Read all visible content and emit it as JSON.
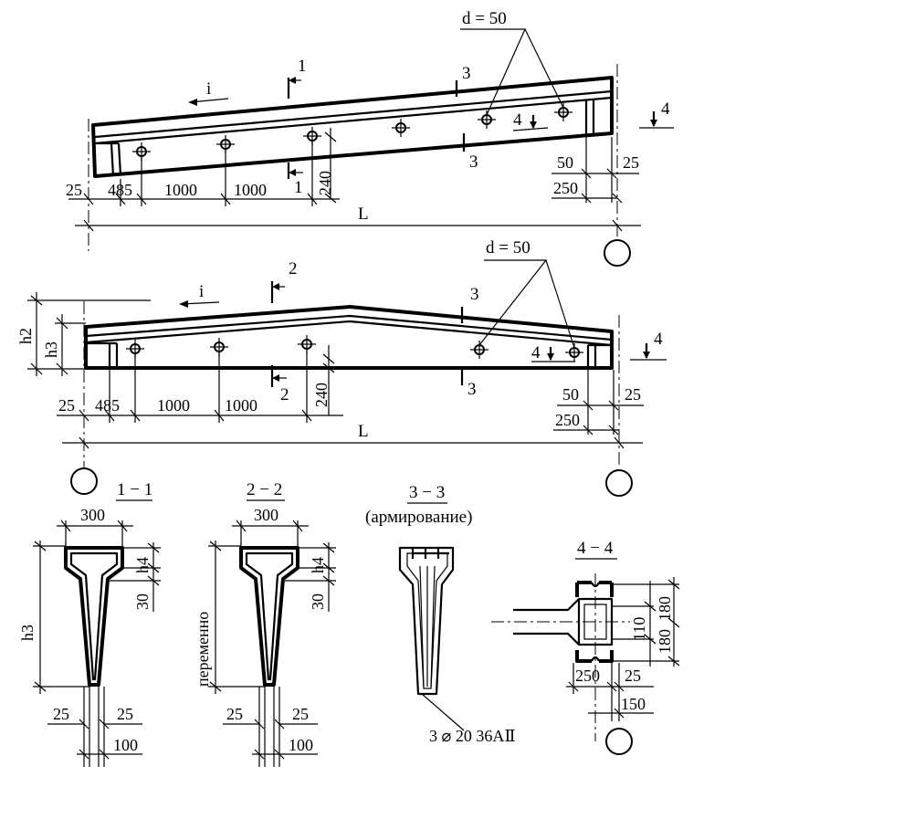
{
  "hole_label": "d = 50",
  "slope_label": "i",
  "span_label": "L",
  "dims": {
    "d25": "25",
    "d485": "485",
    "d1000": "1000",
    "d240": "240",
    "d50": "50",
    "d250": "250",
    "d300": "300",
    "d30": "30",
    "d100": "100",
    "d110": "110",
    "d180": "180",
    "d150": "150",
    "h2": "h2",
    "h3": "h3",
    "h4": "h4"
  },
  "cuts": {
    "c1": "1",
    "c2": "2",
    "c3": "3",
    "c4": "4"
  },
  "sections": {
    "s11": "1 − 1",
    "s22": "2 − 2",
    "s33": "3 − 3",
    "s33_note": "(армирование)",
    "s44": "4 − 4",
    "variable": "переменно",
    "rebar": "3 ⌀ 20 36АⅡ"
  }
}
